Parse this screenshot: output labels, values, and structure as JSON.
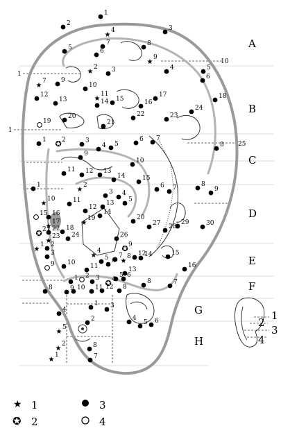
{
  "zones": [
    "A",
    "B",
    "C",
    "D",
    "E",
    "F",
    "G",
    "H"
  ],
  "line_labels": [
    "1",
    "10",
    "1",
    "25"
  ],
  "inset_labels": [
    "1",
    "2",
    "3",
    "4"
  ],
  "legend": [
    {
      "symbol": "star",
      "label": "1"
    },
    {
      "symbol": "filled-dot",
      "label": "3"
    },
    {
      "symbol": "star-outline",
      "label": "2"
    },
    {
      "symbol": "open-dot",
      "label": "4"
    }
  ],
  "points": [
    {
      "t": "d",
      "n": "1"
    },
    {
      "t": "d",
      "n": "2"
    },
    {
      "t": "d",
      "n": "3"
    },
    {
      "t": "s",
      "n": "4"
    },
    {
      "t": "d",
      "n": "5"
    },
    {
      "t": "d",
      "n": "6"
    },
    {
      "t": "d",
      "n": "7"
    },
    {
      "t": "d",
      "n": "8"
    },
    {
      "t": "s",
      "n": "9"
    },
    {
      "t": "s",
      "n": "7"
    },
    {
      "t": "d",
      "n": "9"
    },
    {
      "t": "d",
      "n": "12"
    },
    {
      "t": "d",
      "n": "13"
    },
    {
      "t": "d",
      "n": "10"
    },
    {
      "t": "s",
      "n": "2"
    },
    {
      "t": "d",
      "n": "3"
    },
    {
      "t": "d",
      "n": "4"
    },
    {
      "t": "d",
      "n": "5"
    },
    {
      "t": "d",
      "n": "6"
    },
    {
      "t": "s",
      "n": "11"
    },
    {
      "t": "d",
      "n": "14"
    },
    {
      "t": "d",
      "n": "15"
    },
    {
      "t": "d",
      "n": "16"
    },
    {
      "t": "d",
      "n": "17"
    },
    {
      "t": "d",
      "n": "18"
    },
    {
      "t": "d",
      "n": "22"
    },
    {
      "t": "d",
      "n": "23"
    },
    {
      "t": "d",
      "n": "24"
    },
    {
      "t": "d",
      "n": "20"
    },
    {
      "t": "d",
      "n": "21"
    },
    {
      "t": "o",
      "n": "19"
    },
    {
      "t": "d",
      "n": "1"
    },
    {
      "t": "so",
      "n": "2"
    },
    {
      "t": "d",
      "n": "3"
    },
    {
      "t": "d",
      "n": "4"
    },
    {
      "t": "d",
      "n": "5"
    },
    {
      "t": "d",
      "n": "6"
    },
    {
      "t": "d",
      "n": "7"
    },
    {
      "t": "d",
      "n": "8"
    },
    {
      "t": "d",
      "n": "9"
    },
    {
      "t": "d",
      "n": "10"
    },
    {
      "t": "d",
      "n": "11"
    },
    {
      "t": "d",
      "n": "12"
    },
    {
      "t": "d",
      "n": "13"
    },
    {
      "t": "d",
      "n": "14"
    },
    {
      "t": "d",
      "n": "15"
    },
    {
      "t": "d",
      "n": "1"
    },
    {
      "t": "s",
      "n": "2"
    },
    {
      "t": "d",
      "n": "3"
    },
    {
      "t": "d",
      "n": "4"
    },
    {
      "t": "d",
      "n": "5"
    },
    {
      "t": "d",
      "n": "6"
    },
    {
      "t": "d",
      "n": "7"
    },
    {
      "t": "d",
      "n": "8"
    },
    {
      "t": "d",
      "n": "9"
    },
    {
      "t": "s",
      "n": "10"
    },
    {
      "t": "d",
      "n": "11"
    },
    {
      "t": "d",
      "n": "12"
    },
    {
      "t": "d",
      "n": "13"
    },
    {
      "t": "d",
      "n": "14"
    },
    {
      "t": "o",
      "n": "15"
    },
    {
      "t": "d",
      "n": "16"
    },
    {
      "t": "s",
      "n": "17"
    },
    {
      "t": "d",
      "n": "18"
    },
    {
      "t": "s",
      "n": "19"
    },
    {
      "t": "d",
      "n": "20"
    },
    {
      "t": "so",
      "n": "21"
    },
    {
      "t": "d",
      "n": "22"
    },
    {
      "t": "s",
      "n": "23"
    },
    {
      "t": "d",
      "n": "24"
    },
    {
      "t": "d",
      "n": "26"
    },
    {
      "t": "d",
      "n": "27"
    },
    {
      "t": "d",
      "n": "28"
    },
    {
      "t": "d",
      "n": "29"
    },
    {
      "t": "d",
      "n": "30"
    },
    {
      "t": "s",
      "n": "1"
    },
    {
      "t": "d",
      "n": "2"
    },
    {
      "t": "d",
      "n": "3"
    },
    {
      "t": "o",
      "n": "9"
    },
    {
      "t": "d",
      "n": "10"
    },
    {
      "t": "d",
      "n": "11"
    },
    {
      "t": "s",
      "n": "4"
    },
    {
      "t": "d",
      "n": "5"
    },
    {
      "t": "d",
      "n": "6"
    },
    {
      "t": "d",
      "n": "7"
    },
    {
      "t": "s",
      "n": "8"
    },
    {
      "t": "so",
      "n": "9"
    },
    {
      "t": "d",
      "n": "12"
    },
    {
      "t": "d",
      "n": "13"
    },
    {
      "t": "d",
      "n": "14"
    },
    {
      "t": "d",
      "n": "15"
    },
    {
      "t": "d",
      "n": "16"
    },
    {
      "t": "d",
      "n": "1"
    },
    {
      "t": "o",
      "n": "2"
    },
    {
      "t": "d",
      "n": "3"
    },
    {
      "t": "so",
      "n": "4"
    },
    {
      "t": "d",
      "n": "5"
    },
    {
      "t": "d",
      "n": "6"
    },
    {
      "t": "d",
      "n": "7"
    },
    {
      "t": "d",
      "n": "8"
    },
    {
      "t": "d",
      "n": "9"
    },
    {
      "t": "d",
      "n": "10"
    },
    {
      "t": "d",
      "n": "11"
    },
    {
      "t": "d",
      "n": "12"
    },
    {
      "t": "d",
      "n": "8"
    },
    {
      "t": "d",
      "n": "1"
    },
    {
      "t": "d",
      "n": "2"
    },
    {
      "t": "d",
      "n": "3"
    },
    {
      "t": "d",
      "n": "4"
    },
    {
      "t": "d",
      "n": "5"
    },
    {
      "t": "d",
      "n": "6"
    },
    {
      "t": "d",
      "n": "4"
    },
    {
      "t": "s",
      "n": "5"
    },
    {
      "t": "s",
      "n": "2"
    },
    {
      "t": "s",
      "n": "1"
    },
    {
      "t": "d",
      "n": "8"
    },
    {
      "t": "d",
      "n": "7"
    },
    {
      "t": "d",
      "n": "8"
    },
    {
      "t": "d",
      "n": "9"
    }
  ]
}
